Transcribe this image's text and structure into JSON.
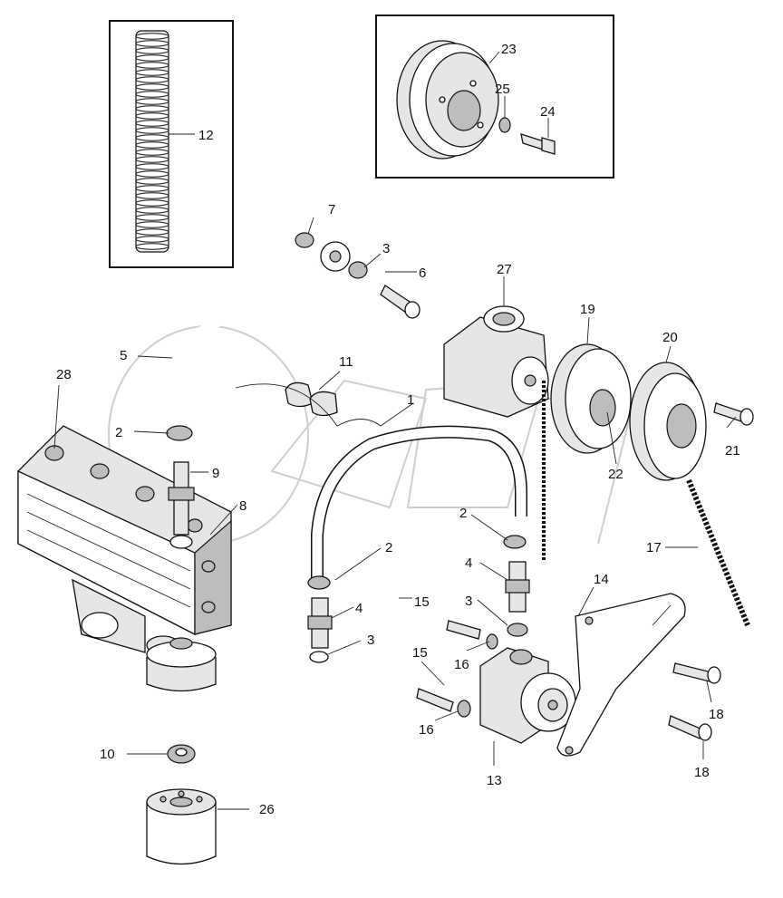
{
  "labels": {
    "l1": "1",
    "l2a": "2",
    "l2b": "2",
    "l2c": "2",
    "l3a": "3",
    "l3b": "3",
    "l3c": "3",
    "l4a": "4",
    "l4b": "4",
    "l5": "5",
    "l6": "6",
    "l7": "7",
    "l8": "8",
    "l9": "9",
    "l10": "10",
    "l11": "11",
    "l12": "12",
    "l13": "13",
    "l14": "14",
    "l15a": "15",
    "l15b": "15",
    "l16a": "16",
    "l16b": "16",
    "l17": "17",
    "l18a": "18",
    "l18b": "18",
    "l19": "19",
    "l20": "20",
    "l21": "21",
    "l22": "22",
    "l23": "23",
    "l24": "24",
    "l25": "25",
    "l26": "26",
    "l27": "27",
    "l28": "28"
  },
  "icons": {
    "spring": "spring-icon",
    "pulley": "pulley-icon",
    "pump": "pump-icon",
    "oil-cooler": "oil-cooler-icon",
    "oil-filter": "oil-filter-icon"
  }
}
